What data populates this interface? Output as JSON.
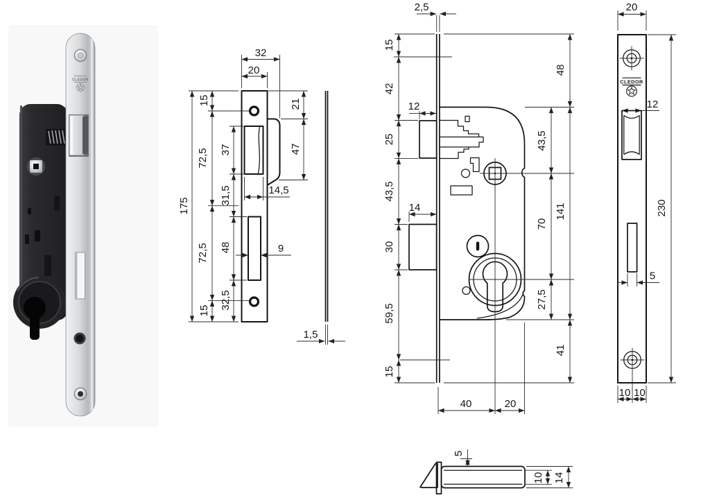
{
  "background": "#ffffff",
  "ink": "#1a1a1a",
  "brand": {
    "name": "CLEDOR"
  },
  "strike_plate_view": {
    "dims": {
      "total_width": "32",
      "plate_width": "20",
      "top_to_screw": "15",
      "lip_top_offset": "21",
      "screw_to_mid": "72,5",
      "latch_opening_height": "37",
      "lip_height": "47",
      "latch_to_bolt": "31,5",
      "latch_opening_width": "14,5",
      "total_height": "175",
      "bolt_opening_height": "48",
      "bolt_opening_width": "9",
      "mid_to_screw": "72,5",
      "bolt_to_bottom": "32,5",
      "screw_to_bottom": "15",
      "thickness": "1,5"
    }
  },
  "lock_body_view": {
    "dims": {
      "faceplate_thickness": "2,5",
      "plate_top_margin": "15",
      "top_to_latch": "42",
      "latch_height": "25",
      "latch_projection": "12",
      "latch_to_bolt": "43,5",
      "bolt_height": "30",
      "bolt_projection": "14",
      "bolt_to_tick": "59,5",
      "plate_bottom_margin": "15",
      "plate_top_to_body": "48",
      "body_to_follower": "43,5",
      "follower_to_cylinder": "70",
      "body_height": "141",
      "cylinder_to_body_bottom": "27,5",
      "body_bottom_to_plate": "41",
      "backset": "40",
      "axis_to_back": "20"
    }
  },
  "faceplate_view": {
    "dims": {
      "width": "20",
      "latch_cutout_width": "12",
      "height": "230",
      "bolt_cutout_width": "5",
      "screw_left": "10",
      "screw_right": "10"
    }
  },
  "latch_detail_view": {
    "dims": {
      "head_offset": "5",
      "body_thickness": "10",
      "total_thickness": "14"
    }
  }
}
